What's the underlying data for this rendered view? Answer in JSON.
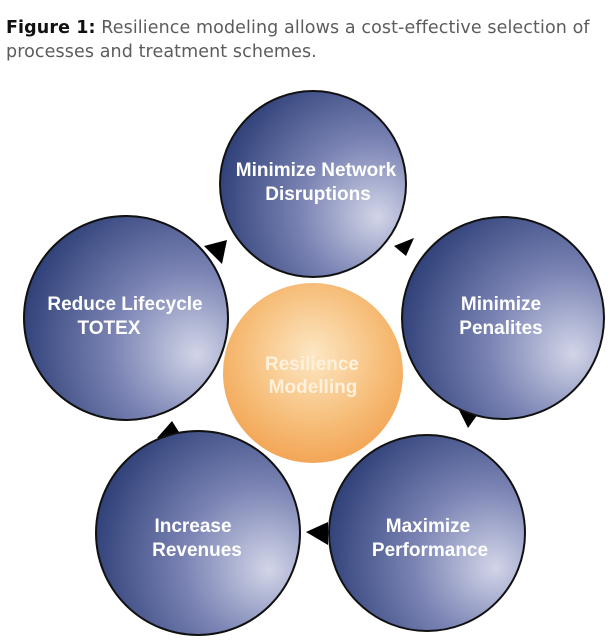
{
  "caption": {
    "label": "Figure 1:",
    "text": " Resilience modeling allows a cost-effective selection of processes and treatment schemes."
  },
  "diagram": {
    "center": {
      "line1": "Resilience",
      "line2": "Modelling"
    },
    "nodes": [
      {
        "line1": "Minimize Network",
        "line2": "Disruptions"
      },
      {
        "line1": "Minimize",
        "line2": "Penalites"
      },
      {
        "line1": "Maximize",
        "line2": "Performance"
      },
      {
        "line1": "Increase",
        "line2": "Revenues"
      },
      {
        "line1": "Reduce Lifecycle",
        "line2": "TOTEX"
      }
    ],
    "colors": {
      "node_dark": "#283a73",
      "node_light": "#d2d5e8",
      "node_stroke": "#111111",
      "center_dark": "#f2a04e",
      "center_light": "#fde7c4",
      "arrow": "#000000"
    }
  }
}
